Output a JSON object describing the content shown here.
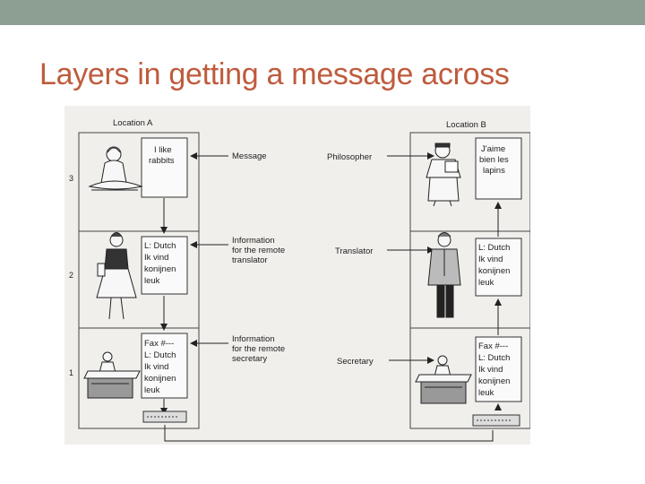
{
  "slide": {
    "title": "Layers in getting a message across"
  },
  "colors": {
    "header_bar": "#8d9e92",
    "title": "#bf5b3d",
    "scan_paper": "#f1efec",
    "ink": "#222222"
  },
  "diagram": {
    "location_a": "Location A",
    "location_b": "Location B",
    "layer_numbers": [
      "3",
      "2",
      "1"
    ],
    "roles": [
      "Philosopher",
      "Translator",
      "Secretary"
    ],
    "info_labels": {
      "message": [
        "Message"
      ],
      "translator": [
        "Information",
        "for the remote",
        "translator"
      ],
      "secretary": [
        "Information",
        "for the remote",
        "secretary"
      ]
    },
    "a_boxes": {
      "message": [
        "I like",
        "rabbits"
      ],
      "translator": [
        "L: Dutch",
        "Ik vind",
        "konijnen",
        "leuk"
      ],
      "secretary": [
        "Fax #---",
        "L: Dutch",
        "Ik vind",
        "konijnen",
        "leuk"
      ]
    },
    "b_boxes": {
      "message": [
        "J'aime",
        "bien les",
        "lapins"
      ],
      "translator": [
        "L: Dutch",
        "Ik vind",
        "konijnen",
        "leuk"
      ],
      "secretary": [
        "Fax #---",
        "L: Dutch",
        "Ik vind",
        "konijnen",
        "leuk"
      ]
    },
    "icons": [
      "philosopher-a-figure",
      "translator-a-figure",
      "secretary-a-figure",
      "philosopher-b-figure",
      "translator-b-figure",
      "secretary-b-figure",
      "fax-machine-a",
      "fax-machine-b"
    ]
  }
}
